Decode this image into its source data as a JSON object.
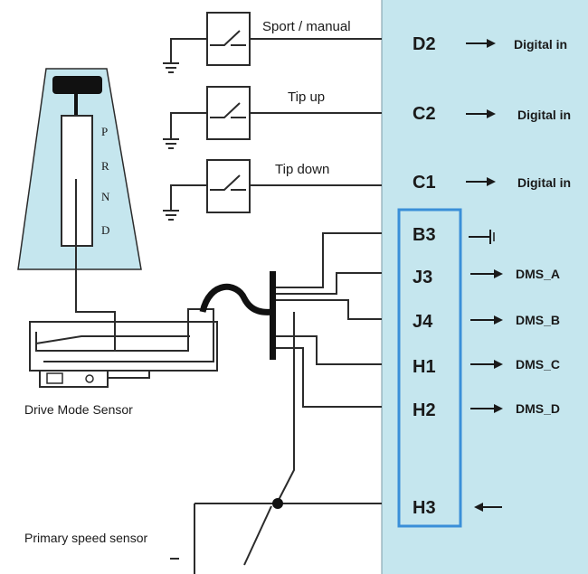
{
  "labels": {
    "sport_manual": "Sport / manual",
    "tip_up": "Tip up",
    "tip_down": "Tip down",
    "drive_mode_sensor": "Drive Mode Sensor",
    "primary_speed_sensor": "Primary speed sensor"
  },
  "gear_positions": [
    "P",
    "R",
    "N",
    "D"
  ],
  "pins": [
    {
      "id": "D2",
      "signal": "Digital in"
    },
    {
      "id": "C2",
      "signal": "Digital in"
    },
    {
      "id": "C1",
      "signal": "Digital in"
    },
    {
      "id": "B3",
      "signal": ""
    },
    {
      "id": "J3",
      "signal": "DMS_A"
    },
    {
      "id": "J4",
      "signal": "DMS_B"
    },
    {
      "id": "H1",
      "signal": "DMS_C"
    },
    {
      "id": "H2",
      "signal": "DMS_D"
    },
    {
      "id": "H3",
      "signal": ""
    }
  ],
  "colors": {
    "ecu_panel": "#c5e6ee",
    "highlight_box": "#3a8fd8",
    "selector_body": "#c5e6ee"
  }
}
